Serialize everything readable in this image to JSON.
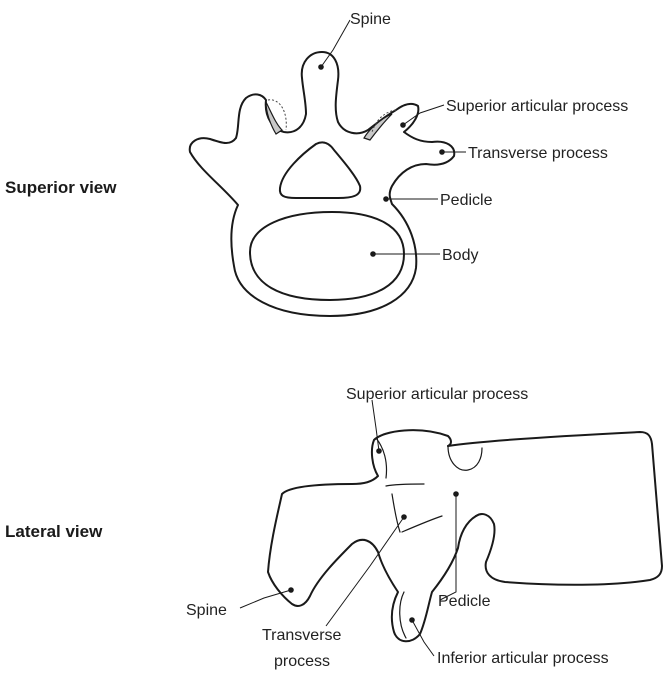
{
  "superior_view": {
    "title": "Superior view",
    "labels": {
      "spine": "Spine",
      "superior_articular_process": "Superior articular process",
      "transverse_process": "Transverse process",
      "pedicle": "Pedicle",
      "body": "Body"
    }
  },
  "lateral_view": {
    "title": "Lateral view",
    "labels": {
      "superior_articular_process": "Superior articular process",
      "spine": "Spine",
      "transverse_process_line1": "Transverse",
      "transverse_process_line2": "process",
      "pedicle": "Pedicle",
      "inferior_articular_process": "Inferior articular process"
    }
  },
  "colors": {
    "outline": "#1a1a1a",
    "facet_fill": "#c8c8c8",
    "text": "#222222"
  }
}
